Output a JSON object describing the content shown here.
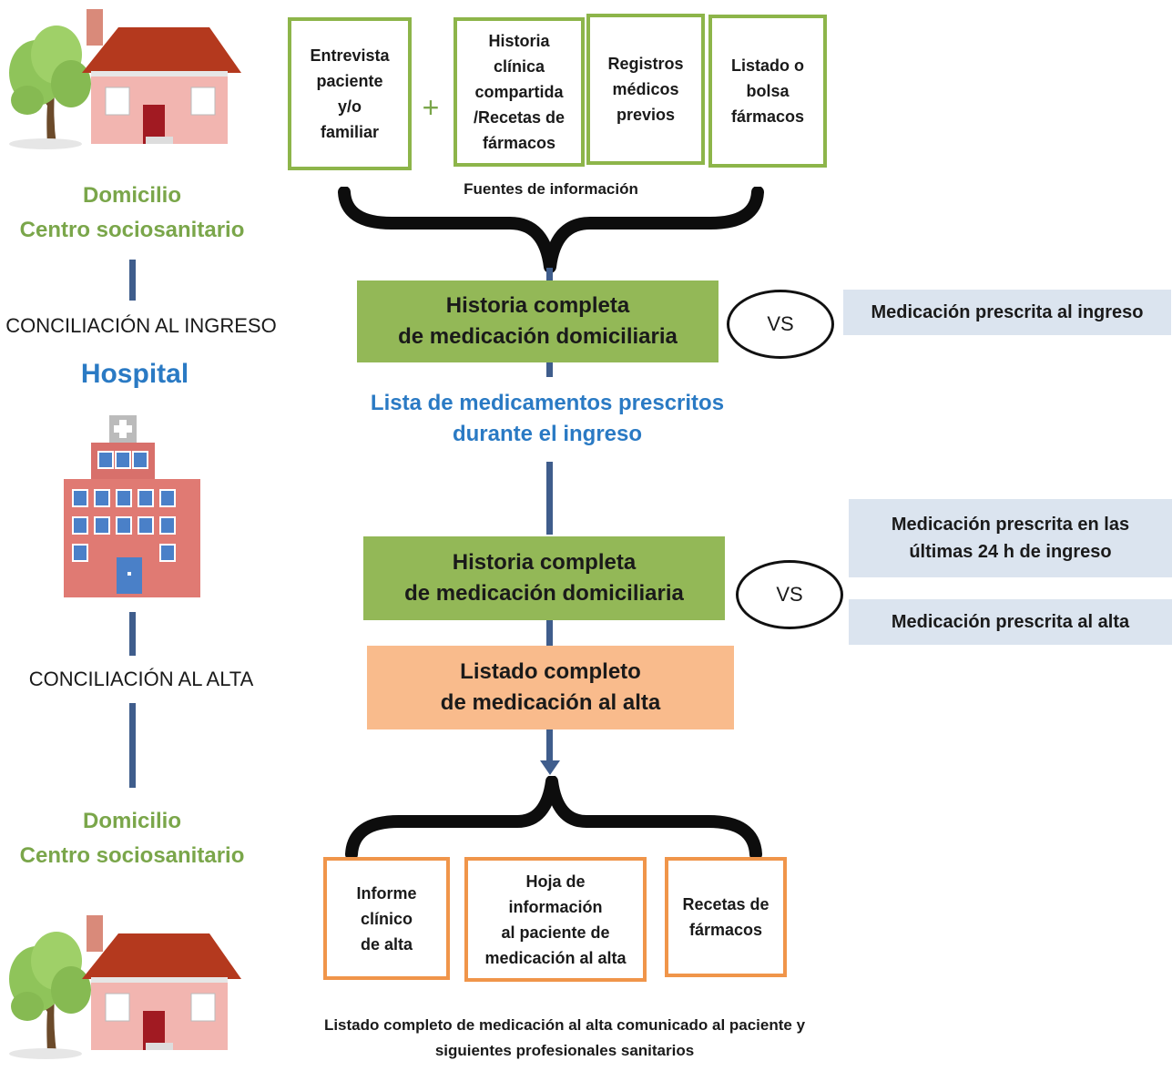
{
  "sources": {
    "items": [
      "Entrevista\npaciente\ny/o\nfamiliar",
      "Historia\nclínica\ncompartida\n/Recetas de\nfármacos",
      "Registros\nmédicos\nprevios",
      "Listado o\nbolsa\nfármacos"
    ],
    "plus": "+",
    "caption": "Fuentes de información"
  },
  "left": {
    "top_place": "Domicilio\nCentro sociosanitario",
    "ingreso_label": "CONCILIACIÓN AL INGRESO",
    "hospital": "Hospital",
    "alta_label": "CONCILIACIÓN AL ALTA",
    "bottom_place": "Domicilio\nCentro sociosanitario"
  },
  "flow": {
    "history1": "Historia completa\nde medicación domiciliaria",
    "vs": "VS",
    "compare1": "Medicación  prescrita al ingreso",
    "list_during": "Lista de medicamentos prescritos\ndurante el ingreso",
    "history2": "Historia completa\nde medicación domiciliaria",
    "compare2a": "Medicación  prescrita en las\núltimas 24 h de ingreso",
    "compare2b": "Medicación  prescrita al alta",
    "discharge_list": "Listado completo\nde medicación al alta"
  },
  "outputs": {
    "items": [
      "Informe\nclínico\nde alta",
      "Hoja de\ninformación\nal paciente de\nmedicación al alta",
      "Recetas de\nfármacos"
    ],
    "caption": "Listado completo de medicación al alta comunicado al paciente y\nsiguientes profesionales sanitarios"
  },
  "colors": {
    "green_border": "#8db54a",
    "green_fill": "#93b857",
    "orange_border": "#f0954a",
    "peach_fill": "#f9bb8c",
    "blue_fill": "#dbe4ef",
    "connector": "#3f5d8c",
    "green_text": "#7aa64a",
    "blue_text": "#2a7ac4"
  },
  "icons": [
    "house-icon",
    "hospital-icon",
    "house-icon"
  ]
}
